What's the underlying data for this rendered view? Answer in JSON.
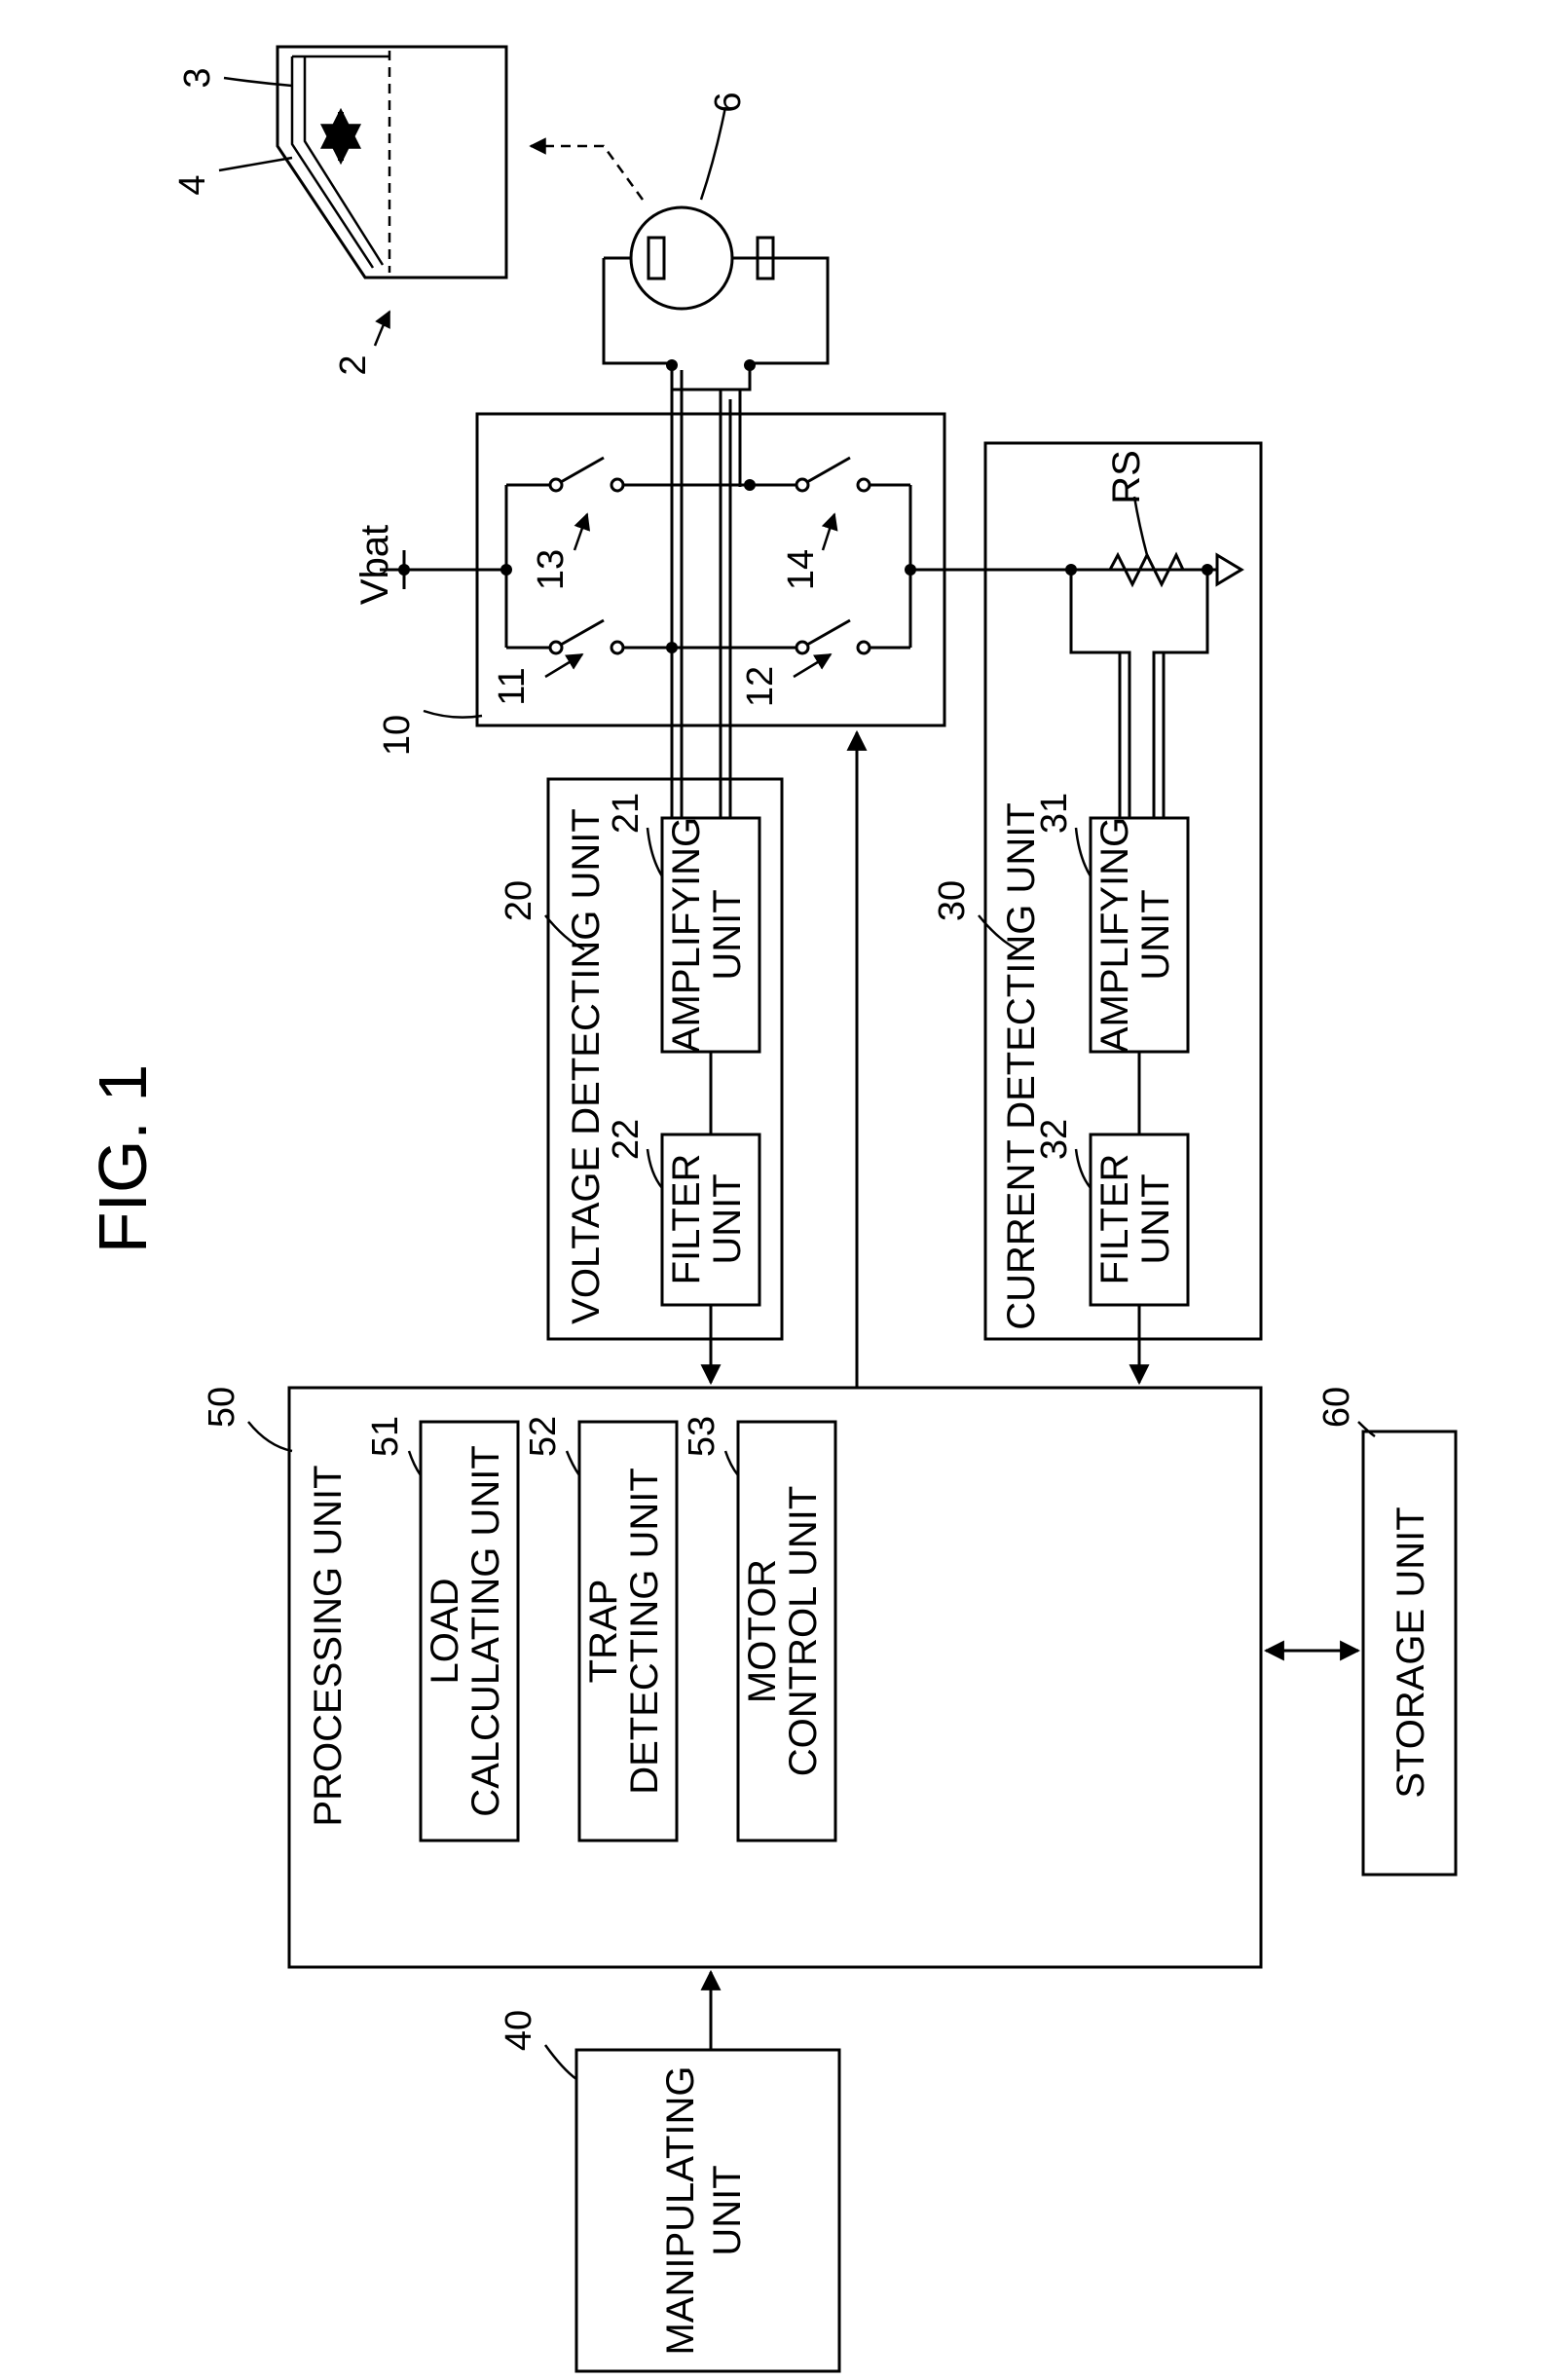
{
  "figure_title": "FIG. 1",
  "supply_label": "Vbat",
  "resistor_label": "RS",
  "reference_numerals": {
    "window_device": "2",
    "window_glass": "3",
    "window_frame": "4",
    "motor": "6",
    "bridge_circuit": "10",
    "switch_11": "11",
    "switch_12": "12",
    "switch_13": "13",
    "switch_14": "14",
    "voltage_detecting": "20",
    "voltage_amplifying": "21",
    "voltage_filter": "22",
    "current_detecting": "30",
    "current_amplifying": "31",
    "current_filter": "32",
    "manipulating": "40",
    "processing": "50",
    "load_calculating": "51",
    "trap_detecting": "52",
    "motor_control": "53",
    "storage": "60"
  },
  "blocks": {
    "voltage_detecting": "VOLTAGE DETECTING UNIT",
    "voltage_amplifying": [
      "AMPLIFYING",
      "UNIT"
    ],
    "voltage_filter": [
      "FILTER",
      "UNIT"
    ],
    "current_detecting": "CURRENT DETECTING UNIT",
    "current_amplifying": [
      "AMPLIFYING",
      "UNIT"
    ],
    "current_filter": [
      "FILTER",
      "UNIT"
    ],
    "processing": "PROCESSING UNIT",
    "load_calculating": [
      "LOAD",
      "CALCULATING UNIT"
    ],
    "trap_detecting": [
      "TRAP",
      "DETECTING UNIT"
    ],
    "motor_control": [
      "MOTOR",
      "CONTROL UNIT"
    ],
    "manipulating": [
      "MANIPULATING",
      "UNIT"
    ],
    "storage": "STORAGE UNIT"
  }
}
